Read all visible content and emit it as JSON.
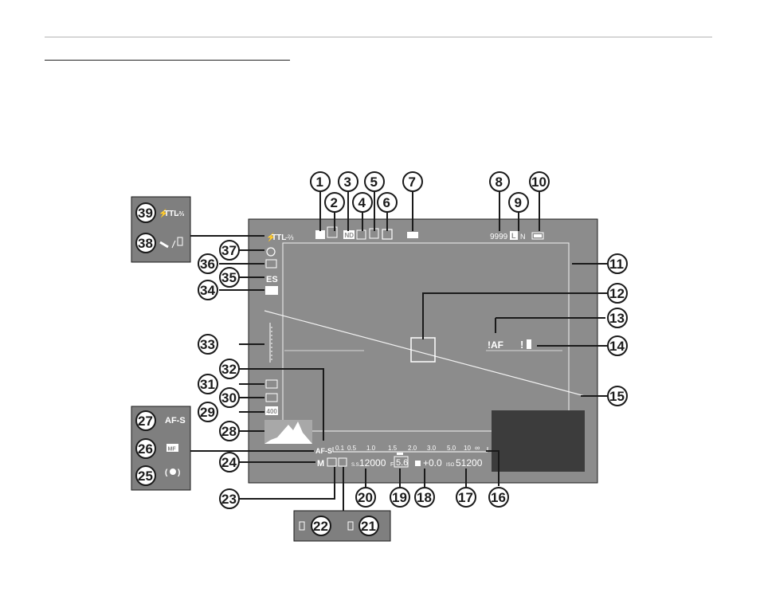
{
  "screen": {
    "flash_mode": "TTL",
    "flash_comp": "-⅔",
    "frames_remaining": "9999",
    "image_size": "L",
    "image_quality": "N",
    "focus_warning": "!AF",
    "temp_warning": "!",
    "af_mode": "AF-S",
    "shooting_mode": "M",
    "shutter_prefix": "S.S.",
    "shutter_speed": "12000",
    "aperture_prefix": "F",
    "aperture": "5.6",
    "exposure_comp": "+0.0",
    "iso_prefix": "ISO",
    "iso": "51200",
    "shutter_type": "ES",
    "dynamic_range": "400",
    "nd_badge": "ND",
    "distance_scale": [
      "0.1",
      "0.5",
      "1.0",
      "1.5",
      "2.0",
      "3.0",
      "5.0",
      "10",
      "∞"
    ]
  },
  "inset_left_top": {
    "flash_mode": "TTL",
    "flash_comp": "-⅔"
  },
  "inset_focus": {
    "af_s": "AF-S",
    "mf": "MF"
  },
  "callouts": [
    "1",
    "2",
    "3",
    "4",
    "5",
    "6",
    "7",
    "8",
    "9",
    "10",
    "11",
    "12",
    "13",
    "14",
    "15",
    "16",
    "17",
    "18",
    "19",
    "20",
    "21",
    "22",
    "23",
    "24",
    "25",
    "26",
    "27",
    "28",
    "29",
    "30",
    "31",
    "32",
    "33",
    "34",
    "35",
    "36",
    "37",
    "38",
    "39"
  ],
  "colors": {
    "screen_bg": "#8c8c8c",
    "panel_bg": "#7f7f7f",
    "dark_box": "#3c3c3c",
    "text": "#ffffff",
    "outline": "#1a1a1a"
  }
}
